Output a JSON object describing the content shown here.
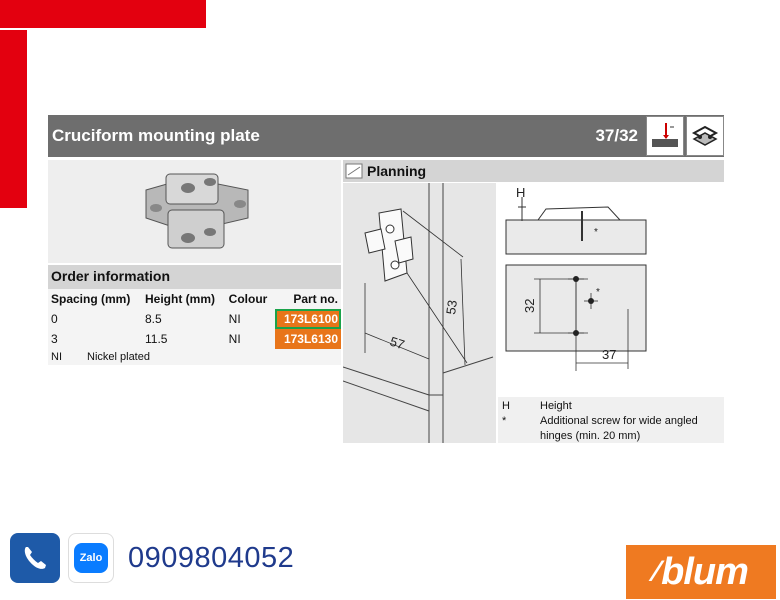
{
  "header": {
    "title": "Cruciform mounting plate",
    "page_ref": "37/32"
  },
  "order": {
    "heading": "Order information",
    "columns": [
      "Spacing (mm)",
      "Height (mm)",
      "Colour",
      "Part no."
    ],
    "rows": [
      {
        "spacing": "0",
        "height": "8.5",
        "colour": "NI",
        "part_no": "173L6100"
      },
      {
        "spacing": "3",
        "height": "11.5",
        "colour": "NI",
        "part_no": "173L6130"
      }
    ],
    "legend": {
      "key": "NI",
      "text": "Nickel plated"
    }
  },
  "planning": {
    "heading": "Planning",
    "dims": {
      "side_a": "53",
      "side_b": "57",
      "h_label": "H",
      "v_dim": "32",
      "h_dim": "37",
      "star": "*"
    },
    "notes": [
      {
        "key": "H",
        "text": "Height"
      },
      {
        "key": "*",
        "text": "Additional screw for wide angled"
      },
      {
        "key": "",
        "text": "hinges (min. 20 mm)"
      }
    ]
  },
  "contact": {
    "zalo_label": "Zalo",
    "phone": "0909804052"
  },
  "brand": {
    "logo_text": "blum",
    "colors": {
      "red": "#e3000f",
      "orange": "#e8751a",
      "highlight": "#1aa34a"
    }
  }
}
